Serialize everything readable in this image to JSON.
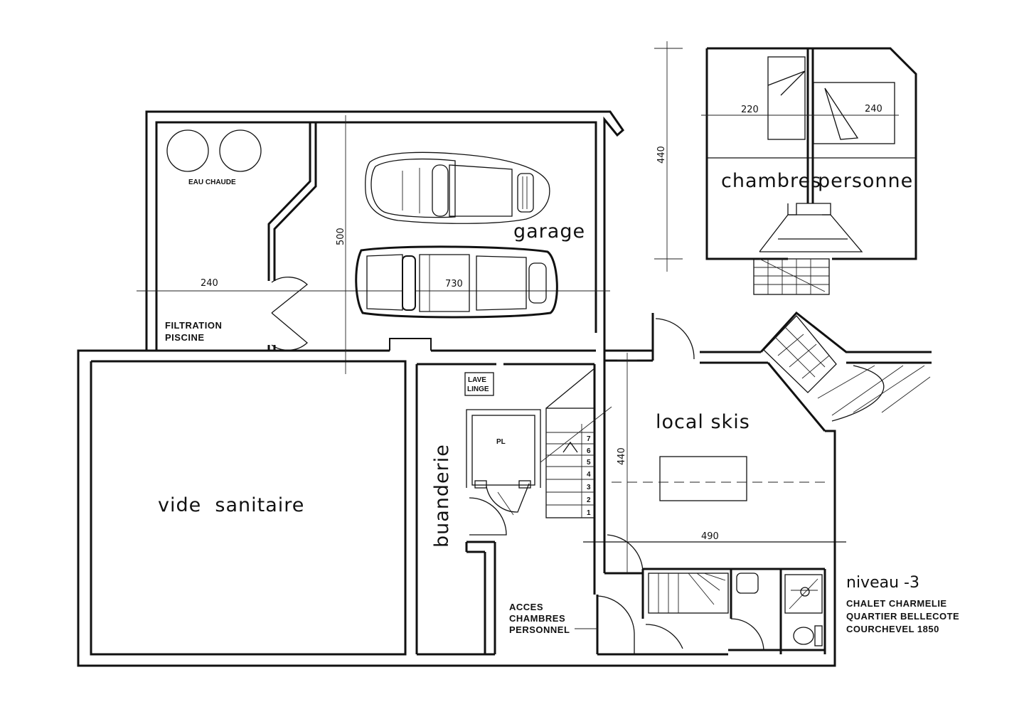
{
  "rooms": {
    "garage": "garage",
    "vide_sanitaire": "vide  sanitaire",
    "buanderie": "buanderie",
    "local_skis": "local skis",
    "chambres": "chambres",
    "personnel": "personnel"
  },
  "labels": {
    "eau_chaude": "EAU CHAUDE",
    "filtration_1": "FILTRATION",
    "filtration_2": "PISCINE",
    "lave_1": "LAVE",
    "lave_2": "LINGE",
    "pl": "PL",
    "acces_1": "ACCES",
    "acces_2": "CHAMBRES",
    "acces_3": "PERSONNEL"
  },
  "dimensions": {
    "d240_left": "240",
    "d500": "500",
    "d730": "730",
    "d440_top": "440",
    "d220": "220",
    "d240_top": "240",
    "d440_mid": "440",
    "d490": "490"
  },
  "stair_steps": [
    "7",
    "6",
    "5",
    "4",
    "3",
    "2",
    "1"
  ],
  "title_block": {
    "level": "niveau -3",
    "line1": "CHALET CHARMELIE",
    "line2": "QUARTIER BELLECOTE",
    "line3": "COURCHEVEL 1850"
  }
}
